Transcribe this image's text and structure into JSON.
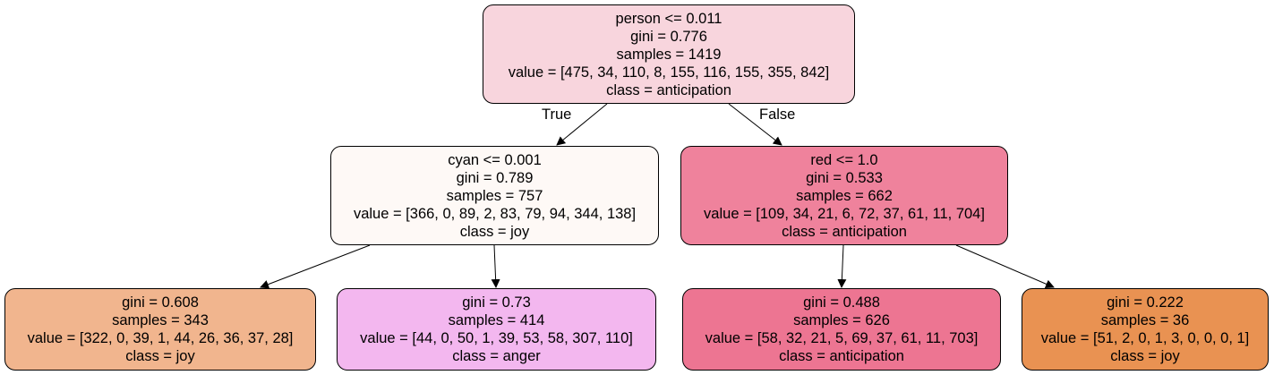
{
  "nodes": [
    {
      "id": "n0",
      "lines": [
        "person <= 0.011",
        "gini = 0.776",
        "samples = 1419",
        "value = [475, 34, 110, 8, 155, 116, 155, 355, 842]",
        "class = anticipation"
      ],
      "fill": "#f8d5dd"
    },
    {
      "id": "n1",
      "lines": [
        "cyan <= 0.001",
        "gini = 0.789",
        "samples = 757",
        "value = [366, 0, 89, 2, 83, 79, 94, 344, 138]",
        "class = joy"
      ],
      "fill": "#fef9f6"
    },
    {
      "id": "n2",
      "lines": [
        "red <= 1.0",
        "gini = 0.533",
        "samples = 662",
        "value = [109, 34, 21, 6, 72, 37, 61, 11, 704]",
        "class = anticipation"
      ],
      "fill": "#ef829c"
    },
    {
      "id": "n3",
      "lines": [
        "gini = 0.608",
        "samples = 343",
        "value = [322, 0, 39, 1, 44, 26, 36, 37, 28]",
        "class = joy"
      ],
      "fill": "#f1b58e"
    },
    {
      "id": "n4",
      "lines": [
        "gini = 0.73",
        "samples = 414",
        "value = [44, 0, 50, 1, 39, 53, 58, 307, 110]",
        "class = anger"
      ],
      "fill": "#f3b7ef"
    },
    {
      "id": "n5",
      "lines": [
        "gini = 0.488",
        "samples = 626",
        "value = [58, 32, 21, 5, 69, 37, 61, 11, 703]",
        "class = anticipation"
      ],
      "fill": "#ed7592"
    },
    {
      "id": "n6",
      "lines": [
        "gini = 0.222",
        "samples = 36",
        "value = [51, 2, 0, 1, 3, 0, 0, 0, 1]",
        "class = joy"
      ],
      "fill": "#e99252"
    }
  ],
  "edge_labels": {
    "true": "True",
    "false": "False"
  },
  "colors": {
    "line": "#000000",
    "background": "#ffffff"
  }
}
